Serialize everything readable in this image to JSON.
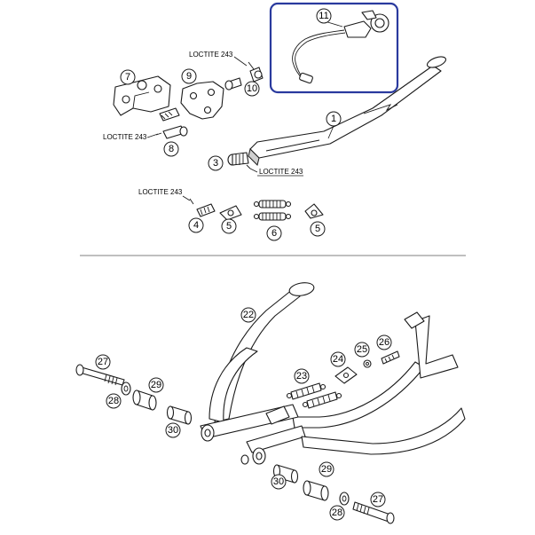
{
  "callouts": {
    "c1": "1",
    "c3": "3",
    "c4": "4",
    "c5a": "5",
    "c5b": "5",
    "c6": "6",
    "c7": "7",
    "c8": "8",
    "c9": "9",
    "c10": "10",
    "c11": "11",
    "c22": "22",
    "c23": "23",
    "c24": "24",
    "c25": "25",
    "c26": "26",
    "c27a": "27",
    "c27b": "27",
    "c28a": "28",
    "c28b": "28",
    "c29a": "29",
    "c29b": "29",
    "c30a": "30",
    "c30b": "30"
  },
  "notes": {
    "loctite_top": "LOCTITE 243",
    "loctite_left": "LOCTITE 243",
    "loctite_mid": "LOCTITE 243",
    "loctite_low": "LOCTITE 243"
  },
  "colors": {
    "highlight_box": "#2a3a9e",
    "line": "#1a1a1a"
  }
}
